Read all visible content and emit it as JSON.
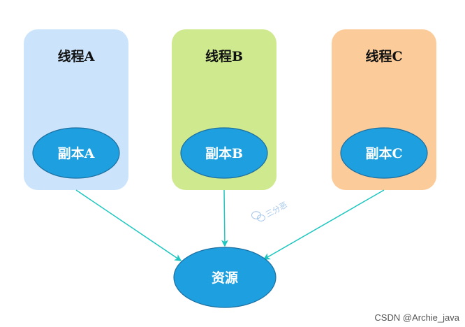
{
  "threads": [
    {
      "title": "线程A",
      "copy_label": "副本A"
    },
    {
      "title": "线程B",
      "copy_label": "副本B"
    },
    {
      "title": "线程C",
      "copy_label": "副本C"
    }
  ],
  "resource": {
    "label": "资源"
  },
  "watermark": {
    "text": "三分恶"
  },
  "credit": {
    "text": "CSDN @Archie_java"
  },
  "colors": {
    "panel_a": "#cce4fb",
    "panel_b": "#cfe98e",
    "panel_c": "#fbcb99",
    "oval_fill": "#1d9fe0",
    "oval_stroke": "#1c6fa0",
    "arrow": "#1fc6c0"
  }
}
